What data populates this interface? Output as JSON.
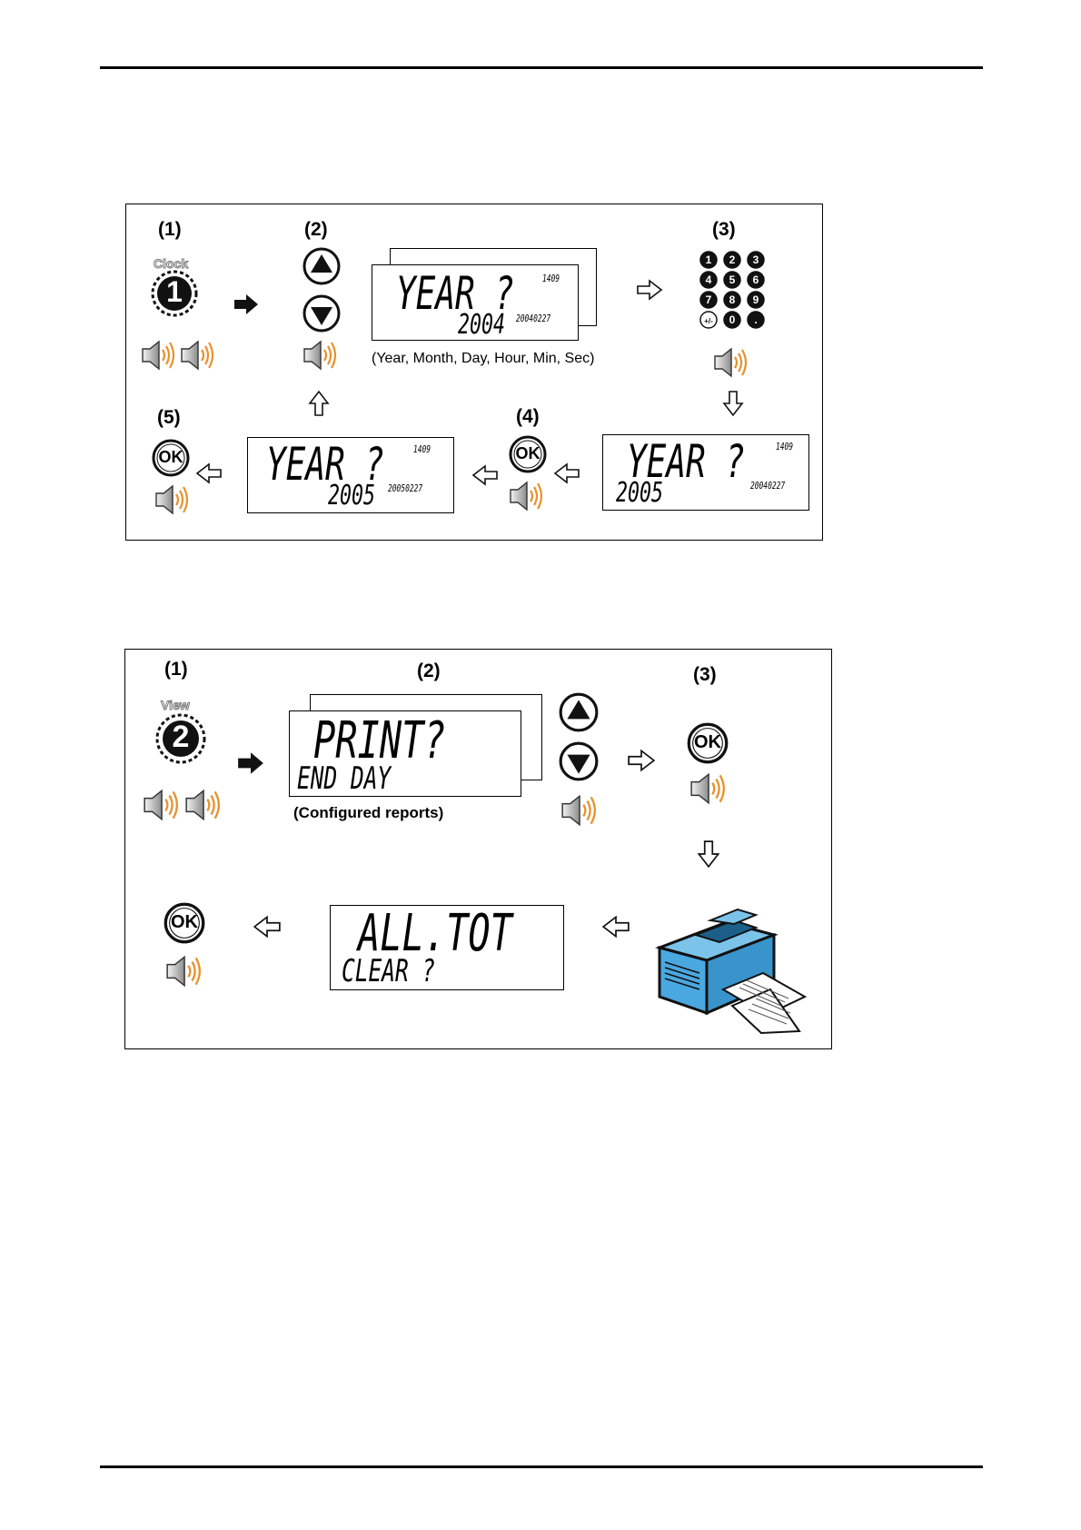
{
  "figure1": {
    "steps": [
      "(1)",
      "(2)",
      "(3)",
      "(4)",
      "(5)"
    ],
    "clock_label": "Clock",
    "clock_number": "1",
    "keypad": [
      "1",
      "2",
      "3",
      "4",
      "5",
      "6",
      "7",
      "8",
      "9",
      "+/-",
      "0",
      "."
    ],
    "lcd_initial": {
      "line1": "YEAR ?",
      "small1": "1409",
      "line2": "2004",
      "small2": "20040227"
    },
    "lcd_edit": {
      "line1": "YEAR ?",
      "small1": "1409",
      "line2": "2005",
      "small2": "20040227"
    },
    "lcd_final": {
      "line1": "YEAR ?",
      "small1": "1409",
      "line2": "2005",
      "small2": "20050227"
    },
    "caption": "(Year, Month, Day, Hour, Min, Sec)",
    "ok_label": "OK"
  },
  "figure2": {
    "steps": [
      "(1)",
      "(2)",
      "(3)"
    ],
    "view_label": "View",
    "view_number": "2",
    "lcd_print": {
      "line1": "PRINT?",
      "line2": "END DAY"
    },
    "lcd_alltot": {
      "line1": "ALL.TOT",
      "line2": "CLEAR ?"
    },
    "caption": "(Configured reports)",
    "ok_label": "OK"
  },
  "colors": {
    "speaker_wave": "#e8912d",
    "printer_blue": "#4aa8e0"
  }
}
